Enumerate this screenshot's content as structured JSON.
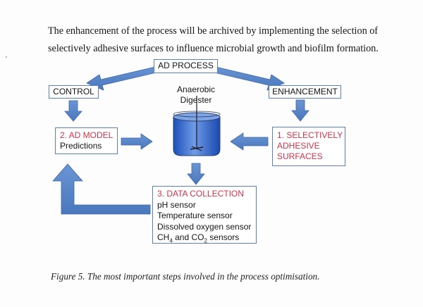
{
  "intro": "The enhancement of the process will be archived by implementing the selection of selectively adhesive surfaces to influence microbial growth and biofilm formation.",
  "diagram": {
    "ad_process": "AD PROCESS",
    "control": "CONTROL",
    "enhancement": "ENHANCEMENT",
    "digester_line1": "Anaerobic",
    "digester_line2": "Digester",
    "ad_model_title": "2. AD MODEL",
    "ad_model_sub": "Predictions",
    "selective_line1": "1. SELECTIVELY",
    "selective_line2": "ADHESIVE",
    "selective_line3": "SURFACES",
    "data_title": "3. DATA COLLECTION",
    "sensor_ph": "pH sensor",
    "sensor_temp": "Temperature sensor",
    "sensor_do": "Dissolved oxygen sensor",
    "sensor_gas_ch": "CH",
    "sensor_gas_4": "4",
    "sensor_gas_and": " and CO",
    "sensor_gas_2": "2",
    "sensor_gas_end": " sensors"
  },
  "caption": "Figure 5. The most important steps involved in the process optimisation.",
  "colors": {
    "box_border": "#5d7fb8",
    "arrow_fill": "#5b86c6",
    "arrow_stroke": "#3d66a8",
    "accent_red": "#d4314a",
    "liquid": "#1a4fbf"
  }
}
